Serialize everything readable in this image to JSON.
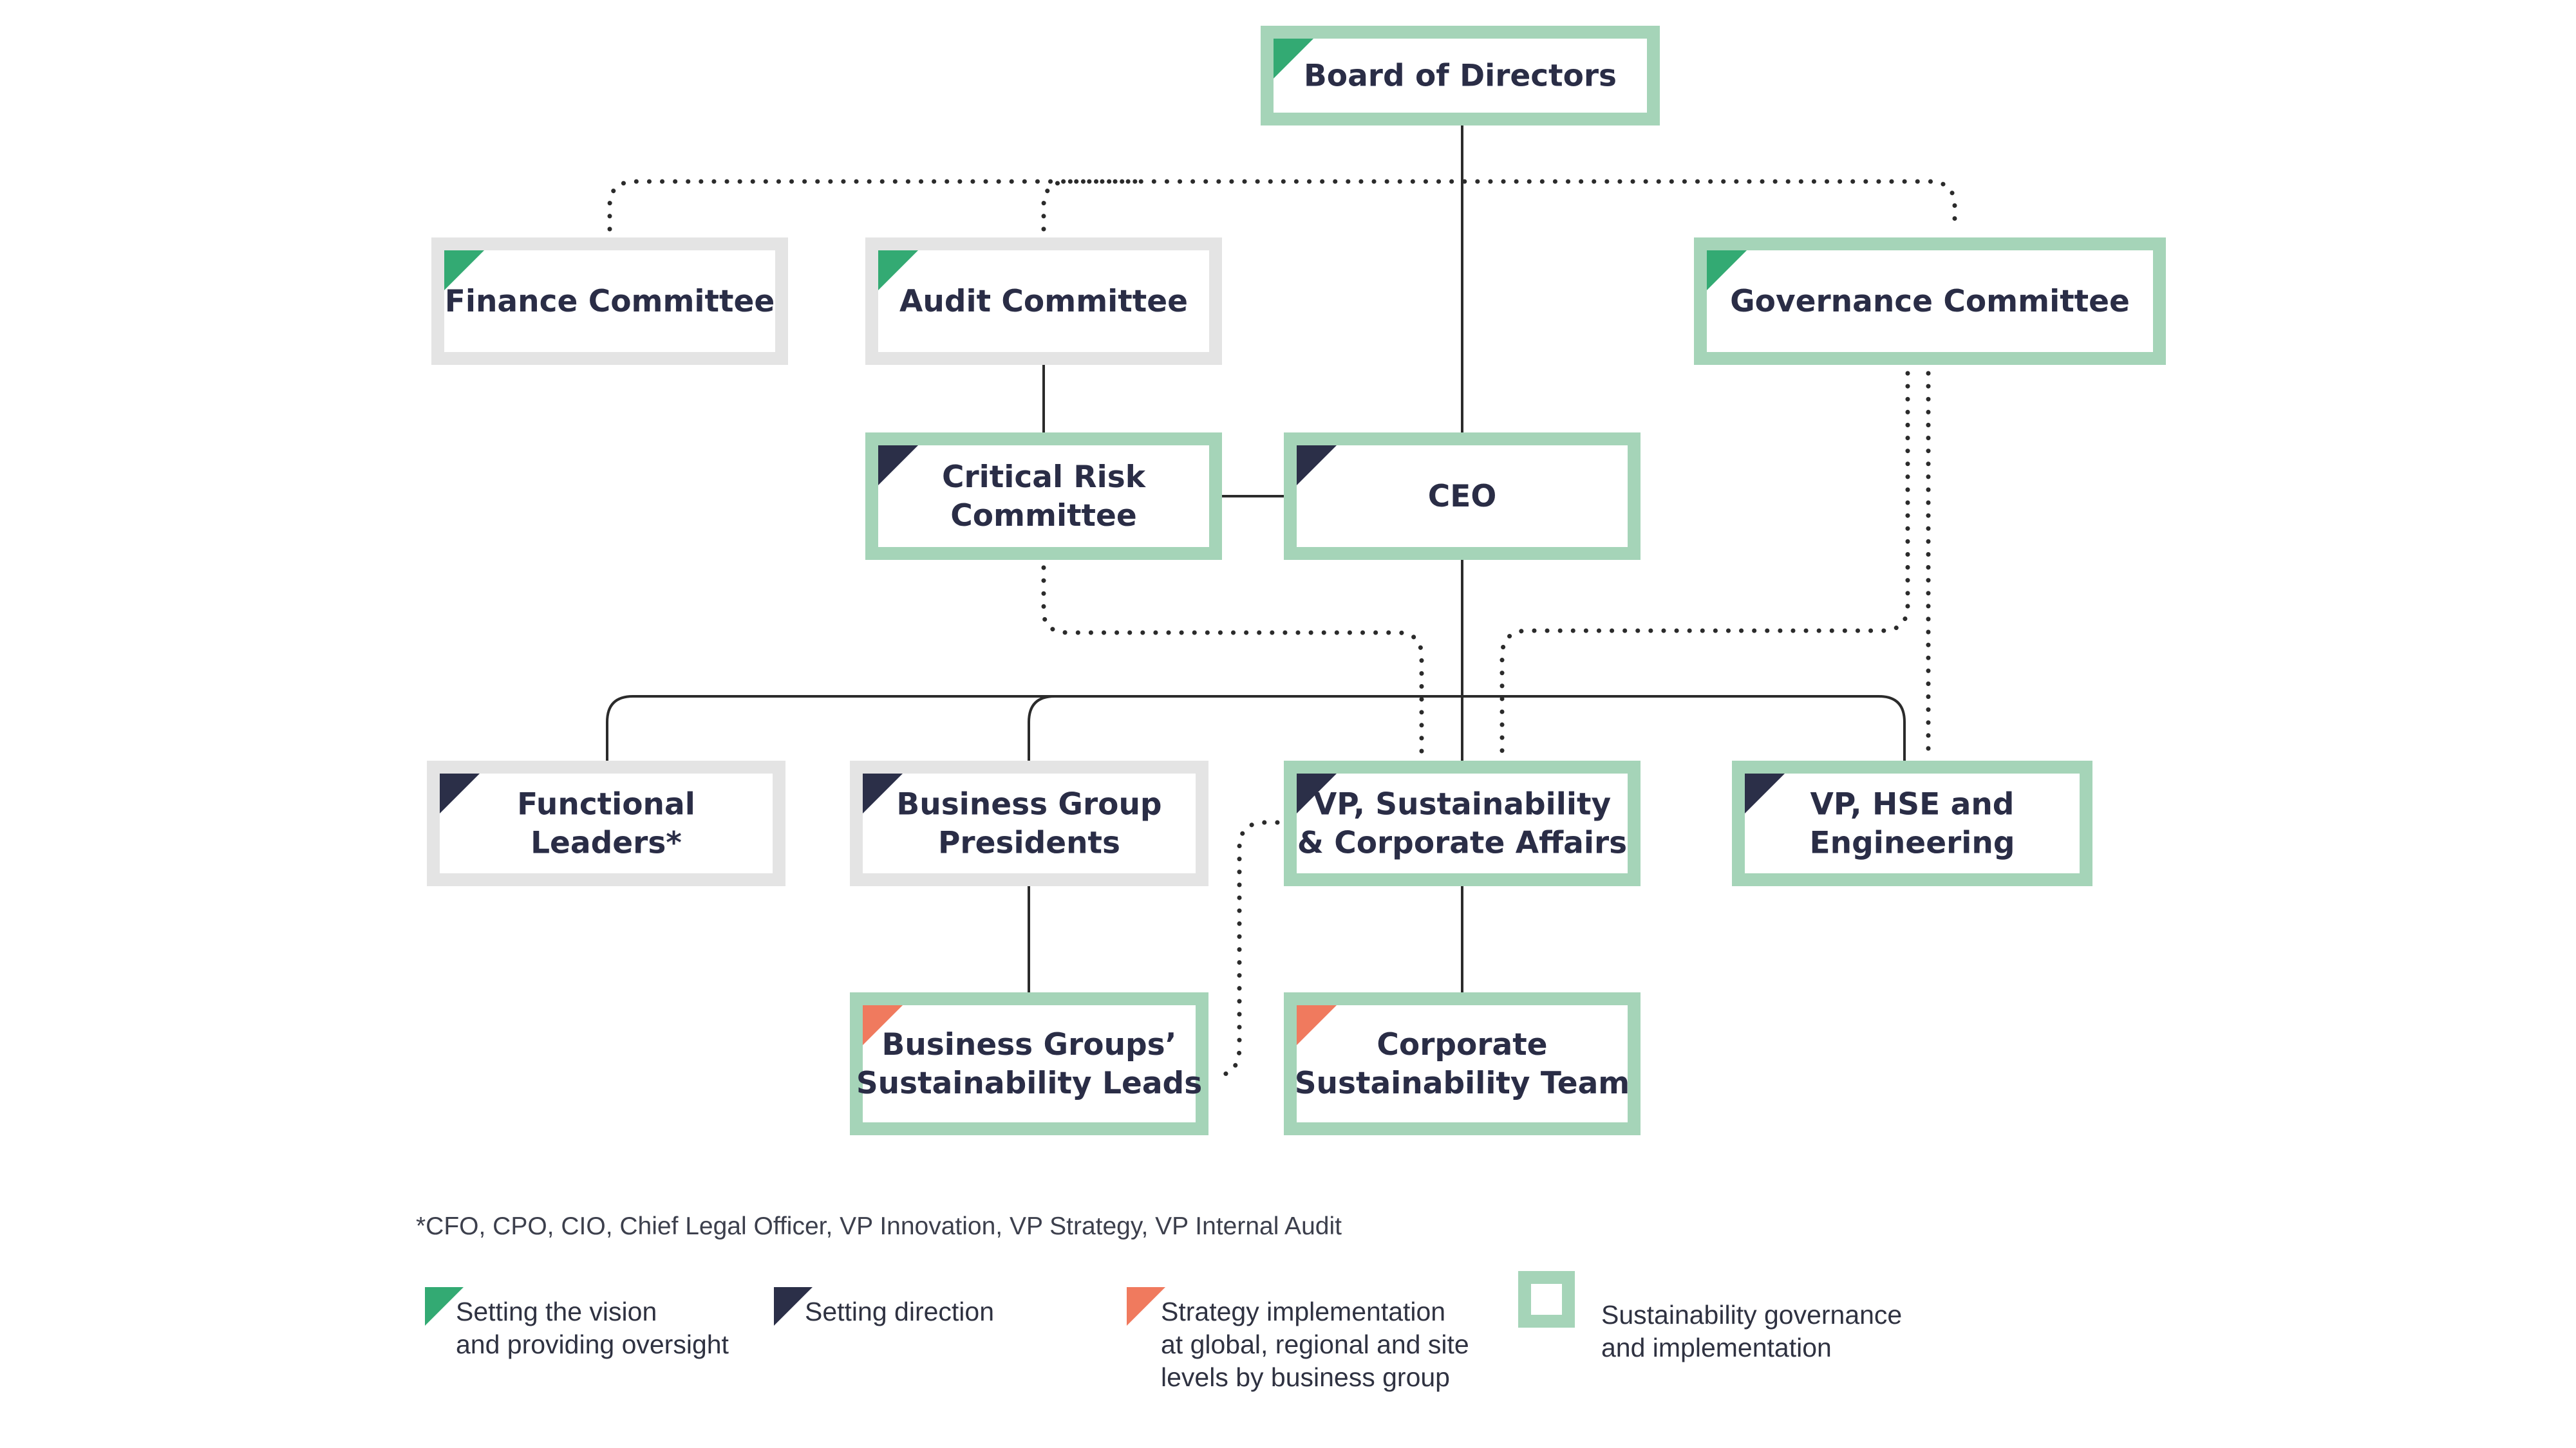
{
  "colors": {
    "green_corner": "#33aa73",
    "navy_corner": "#2b2f48",
    "coral_corner": "#f07a5e",
    "green_border": "#a5d4b8",
    "gray_border": "#e4e4e4",
    "text": "#2a2d46",
    "line": "#2b2b2b"
  },
  "nodes": [
    {
      "id": "board",
      "lines": [
        "Board of Directors"
      ],
      "border": "green",
      "corner": "green"
    },
    {
      "id": "finance",
      "lines": [
        "Finance Committee"
      ],
      "border": "gray",
      "corner": "green"
    },
    {
      "id": "audit",
      "lines": [
        "Audit Committee"
      ],
      "border": "gray",
      "corner": "green"
    },
    {
      "id": "governance",
      "lines": [
        "Governance Committee"
      ],
      "border": "green",
      "corner": "green"
    },
    {
      "id": "critical-risk",
      "lines": [
        "Critical Risk",
        "Committee"
      ],
      "border": "green",
      "corner": "navy"
    },
    {
      "id": "ceo",
      "lines": [
        "CEO"
      ],
      "border": "green",
      "corner": "navy"
    },
    {
      "id": "functional",
      "lines": [
        "Functional",
        "Leaders*"
      ],
      "border": "gray",
      "corner": "navy"
    },
    {
      "id": "bg-presidents",
      "lines": [
        "Business Group",
        "Presidents"
      ],
      "border": "gray",
      "corner": "navy"
    },
    {
      "id": "vp-sustainability",
      "lines": [
        "VP, Sustainability",
        "& Corporate Affairs"
      ],
      "border": "green",
      "corner": "navy"
    },
    {
      "id": "vp-hse",
      "lines": [
        "VP, HSE and",
        "Engineering"
      ],
      "border": "green",
      "corner": "navy"
    },
    {
      "id": "bg-sustainability-leads",
      "lines": [
        "Business Groups’",
        "Sustainability Leads"
      ],
      "border": "green",
      "corner": "coral"
    },
    {
      "id": "corp-sustainability",
      "lines": [
        "Corporate",
        "Sustainability Team"
      ],
      "border": "green",
      "corner": "coral"
    }
  ],
  "footnote": "*CFO, CPO, CIO, Chief Legal Officer, VP Innovation, VP Strategy, VP Internal Audit",
  "legend": [
    {
      "id": "vision",
      "marker": "green",
      "lines": [
        "Setting the vision",
        "and providing oversight"
      ]
    },
    {
      "id": "direction",
      "marker": "navy",
      "lines": [
        "Setting direction"
      ]
    },
    {
      "id": "strategy",
      "marker": "coral",
      "lines": [
        "Strategy implementation",
        "at global, regional and site",
        "levels by business group"
      ]
    },
    {
      "id": "governance-impl",
      "marker": "square",
      "lines": [
        "Sustainability governance",
        "and implementation"
      ]
    }
  ]
}
